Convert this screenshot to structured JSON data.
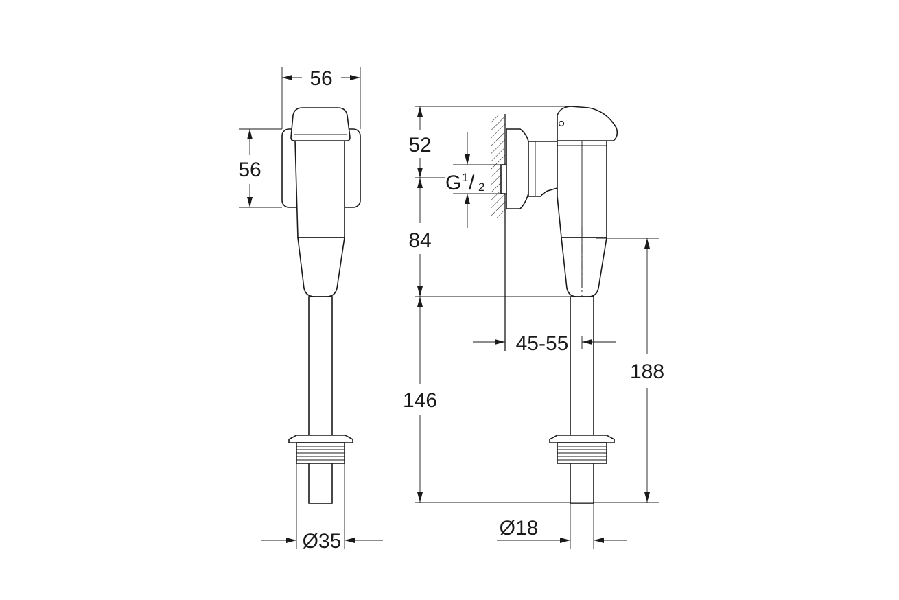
{
  "dimensions": {
    "front_width": "56",
    "front_height": "56",
    "front_bottom_diameter": "Ø35",
    "side_top": "52",
    "side_middle": "84",
    "side_lower": "146",
    "side_total": "188",
    "side_projection": "45-55",
    "side_bottom_diameter": "Ø18",
    "thread_prefix": "G",
    "thread_numerator": "1",
    "thread_slash": "/",
    "thread_denominator": "2"
  }
}
